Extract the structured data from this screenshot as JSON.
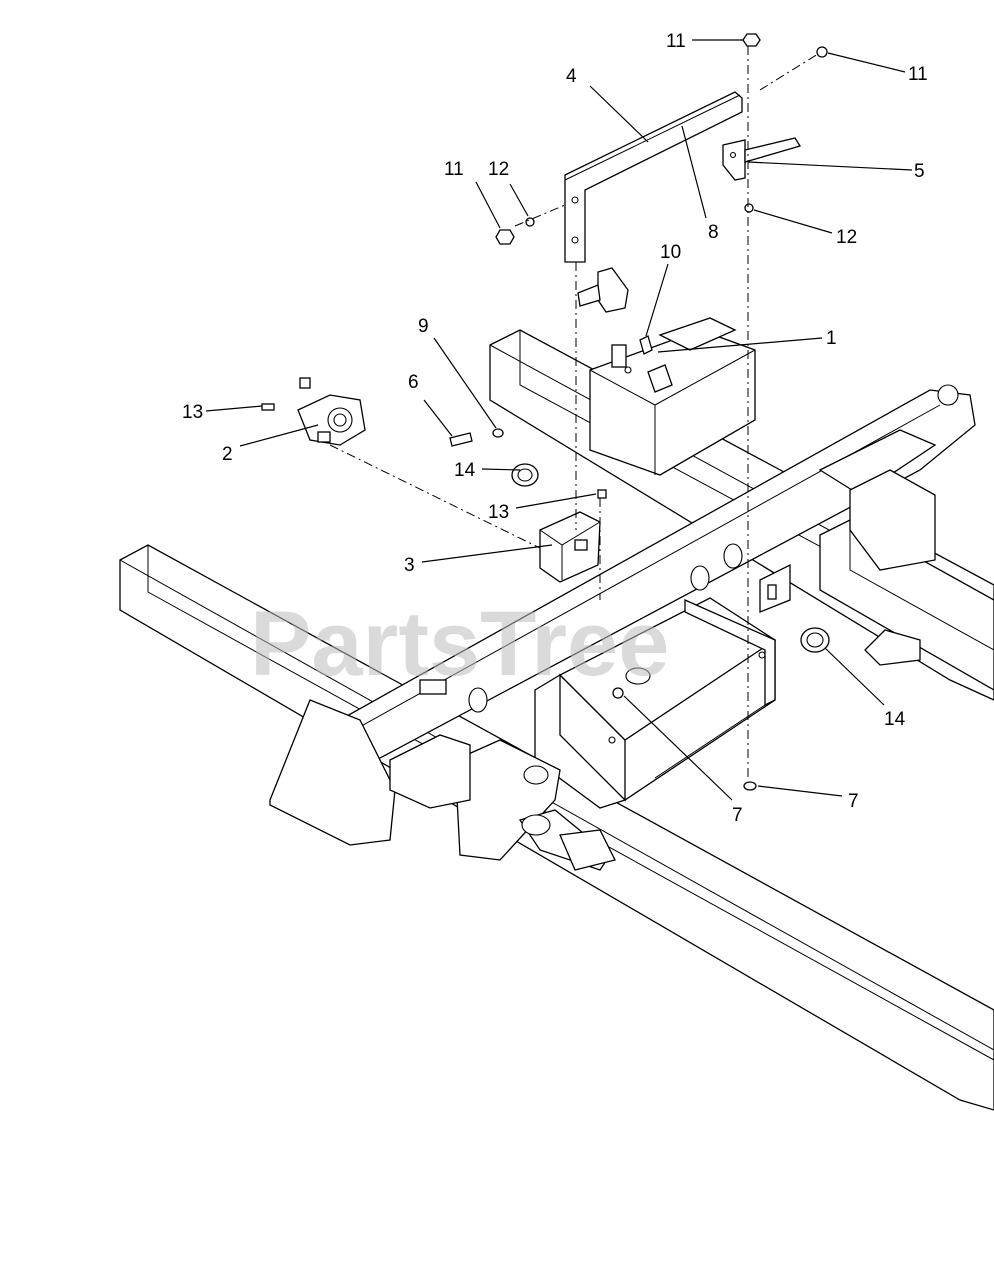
{
  "watermark": "PartsTree",
  "callouts": {
    "c1": "1",
    "c2": "2",
    "c3": "3",
    "c4": "4",
    "c5": "5",
    "c6": "6",
    "c7a": "7",
    "c7b": "7",
    "c8": "8",
    "c9": "9",
    "c10": "10",
    "c11a": "11",
    "c11b": "11",
    "c11c": "11",
    "c12a": "12",
    "c12b": "12",
    "c13a": "13",
    "c13b": "13",
    "c14a": "14",
    "c14b": "14"
  }
}
